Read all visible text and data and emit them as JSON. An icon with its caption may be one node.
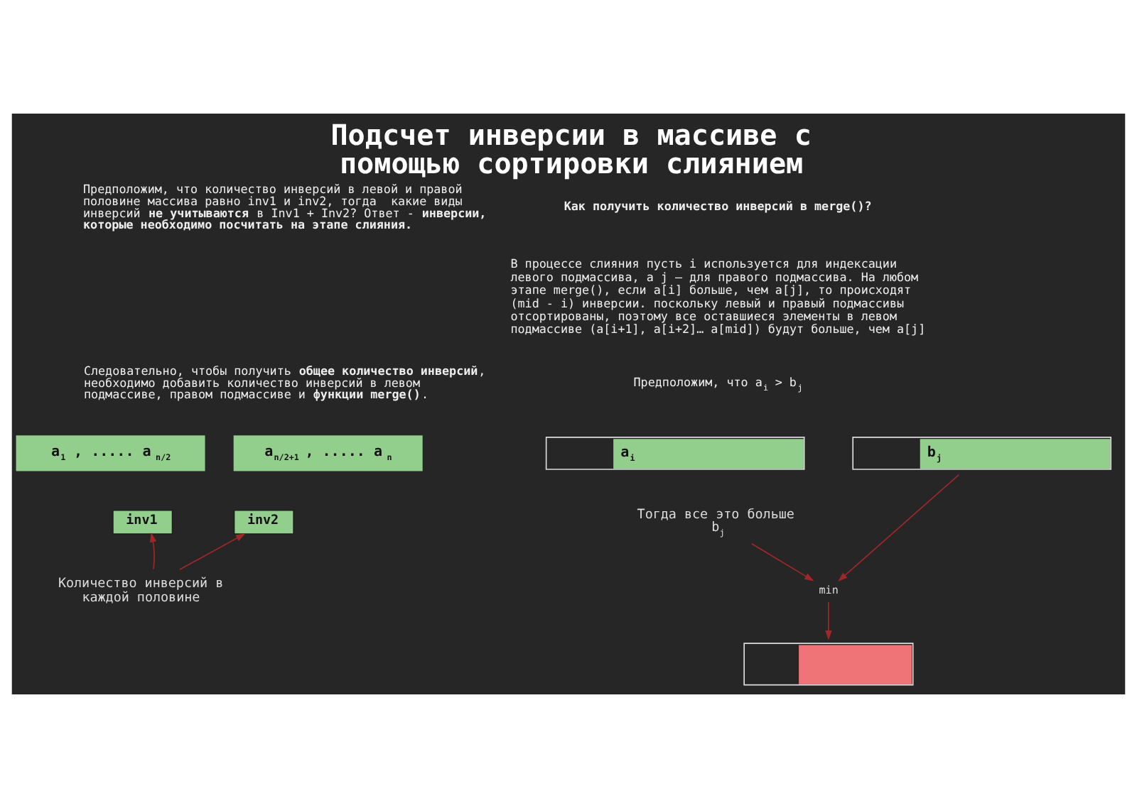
{
  "diagram": {
    "title": "Подсчет инверсии в массиве с помощью сортировки слиянием",
    "nodes": [
      {
        "text": [
          "a$_{1}$ , ..... a$_{n/2}$"
        ]
      },
      {
        "text": [
          "inv1"
        ]
      },
      {
        "text": [
          "a$_{n/2+1}$ , ..... a$_{n}$"
        ]
      },
      {
        "text": [
          "inv2"
        ]
      },
      {
        "text": [
          "Количество инверсий в каждой половине"
        ]
      },
      {
        "text": [
          "a$_{i}$"
        ]
      },
      {
        "text": [
          "b$_{j}$"
        ]
      },
      {
        "text": [
          "Тогда все это больше b$_{j}$"
        ]
      },
      {
        "text": [
          "min"
        ]
      },
      {
        "text": [],
        "shape": "bar"
      }
    ],
    "edges": [
      {
        "from": 4,
        "to": 1,
        "arrow": "to"
      },
      {
        "from": 4,
        "to": 3,
        "arrow": "to"
      },
      {
        "from": 7,
        "to": 8,
        "arrow": "to"
      },
      {
        "from": 6,
        "to": 8,
        "arrow": "to"
      },
      {
        "from": 8,
        "to": 9,
        "arrow": "to"
      }
    ],
    "labels": [
      "Предположим, что количество инверсий в левой и правой половине массива равно inv1 и inv2, тогда  какие виды инверсий **не учитываются** в Inv1 + Inv2? Ответ - **инверсии, которые необходимо посчитать на этапе слияния.**",
      "Следовательно, чтобы получить **общее количество инверсий**, необходимо добавить количество инверсий в левом подмассиве, правом подмассиве и **функции merge()**.",
      "**Как получить количество инверсий в merge()?**",
      "В процессе слияния пусть i используется для индексации левого подмассива, а j — для правого подмассива. На любом этапе merge(), если a[i] больше, чем a[j], то происходят (mid - i) инверсии. поскольку левый и правый подмассивы отсортированы, поэтому все оставшиеся элементы в левом подмассиве (a[i+1], a[i+2]… a[mid]) будут больше, чем a[j]",
      "Предположим, что a$_{i}$ > b$_{j}$"
    ]
  }
}
